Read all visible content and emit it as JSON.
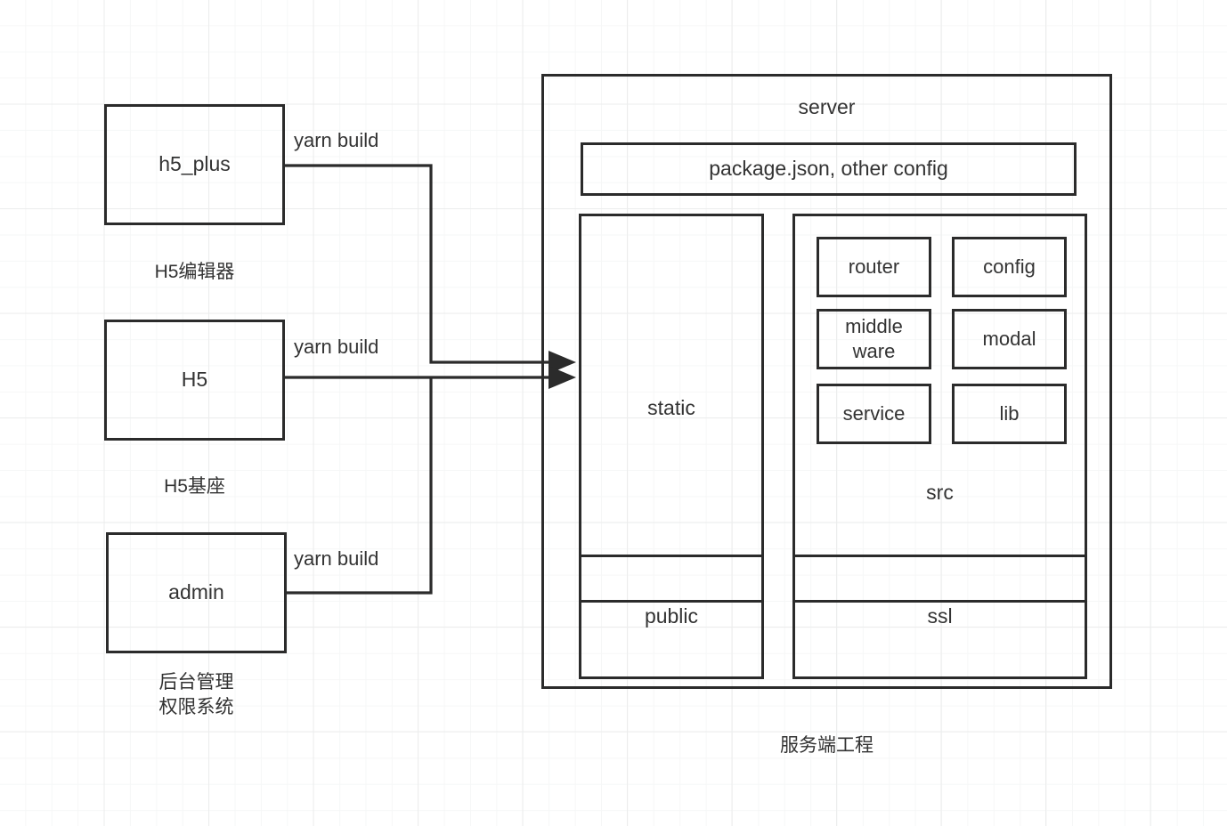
{
  "diagram": {
    "background": "#ffffff",
    "grid_color_minor": "#f6f7f7",
    "grid_color_major": "#eceded",
    "stroke_color": "#2b2b2b",
    "text_color": "#333333"
  },
  "left_column": {
    "nodes": [
      {
        "id": "h5_plus",
        "label": "h5_plus",
        "caption": "H5编辑器",
        "edge_label": "yarn build"
      },
      {
        "id": "h5",
        "label": "H5",
        "caption": "H5基座",
        "edge_label": "yarn build"
      },
      {
        "id": "admin",
        "label": "admin",
        "caption": "后台管理\n权限系统",
        "edge_label": "yarn build"
      }
    ]
  },
  "server": {
    "title": "server",
    "caption": "服务端工程",
    "config_box": {
      "label": "package.json, other config"
    },
    "static_box": {
      "label": "static"
    },
    "src_box": {
      "title": "src",
      "children": [
        {
          "label": "router"
        },
        {
          "label": "config"
        },
        {
          "label": "middle\nware"
        },
        {
          "label": "modal"
        },
        {
          "label": "service"
        },
        {
          "label": "lib"
        }
      ]
    },
    "public_box": {
      "label": "public"
    },
    "ssl_box": {
      "label": "ssl"
    }
  }
}
